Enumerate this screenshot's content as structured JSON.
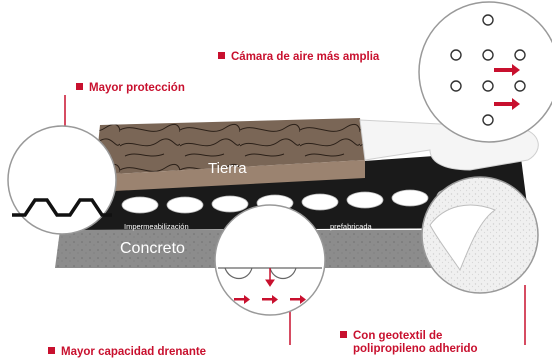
{
  "labels": {
    "air_chamber": "Cámara de aire más amplia",
    "protection": "Mayor protección",
    "drainage": "Mayor capacidad drenante",
    "geotextile_line1": "Con geotextil de",
    "geotextile_line2": "polipropileno adherido"
  },
  "layers": {
    "soil": "Tierra",
    "concrete": "Concreto",
    "waterproofing": "Impermeabilización",
    "prefab_fragment": "prefabricada"
  },
  "colors": {
    "accent": "#c8102e",
    "soil": "#7a6656",
    "concrete": "#8c8c8c",
    "membrane": "#1a1a1a"
  }
}
